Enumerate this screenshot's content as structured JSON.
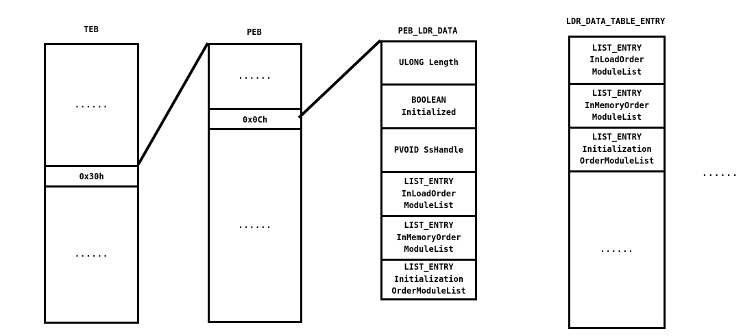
{
  "teb": {
    "title": "TEB",
    "top_dots": "......",
    "offset": "0x30h",
    "bottom_dots": "......"
  },
  "peb": {
    "title": "PEB",
    "top_dots": "......",
    "offset": "0x0Ch",
    "bottom_dots": "......"
  },
  "peb_ldr_data": {
    "title": "PEB_LDR_DATA",
    "fields": [
      "ULONG Length",
      "BOOLEAN\nInitialized",
      "PVOID SsHandle",
      "LIST_ENTRY\nInLoadOrder\nModuleList",
      "LIST_ENTRY\nInMemoryOrder\nModuleList",
      "LIST_ENTRY\nInitialization\nOrderModuleList"
    ]
  },
  "ldr_data_table_entry": {
    "title": "LDR_DATA_TABLE_ENTRY",
    "fields": [
      "LIST_ENTRY\nInLoadOrder\nModuleList",
      "LIST_ENTRY\nInMemoryOrder\nModuleList",
      "LIST_ENTRY\nInitialization\nOrderModuleList"
    ],
    "bottom_dots": "......"
  },
  "trailing_dots": "......"
}
